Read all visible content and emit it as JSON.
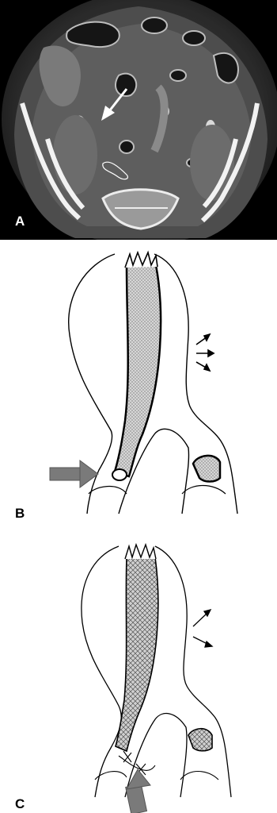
{
  "figure": {
    "panels": [
      {
        "label": "A",
        "kind": "axial CT image of pelvis"
      },
      {
        "label": "B",
        "kind": "schematic of endograft in aneurysm"
      },
      {
        "label": "C",
        "kind": "schematic of endograft after treatment"
      }
    ]
  },
  "colors": {
    "ct_background": "#000000",
    "bone": "#f2f2f2",
    "soft_tissue": "#6a6a6a",
    "graft_fill": "#bdbdbd",
    "arrow_gray": "#7a7a7a",
    "line": "#000000"
  }
}
